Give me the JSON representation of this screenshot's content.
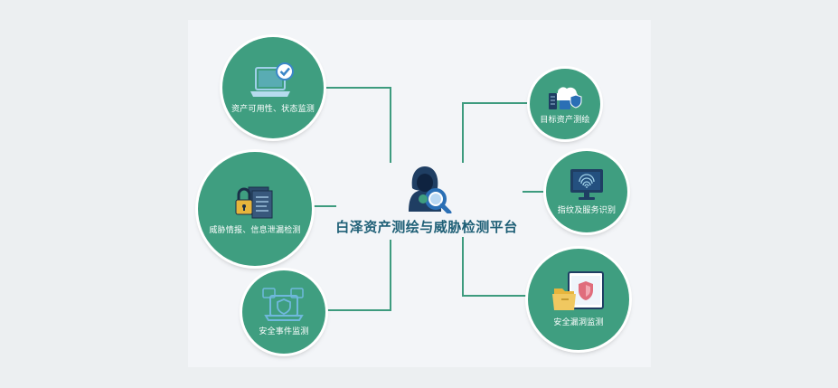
{
  "center": {
    "title": "白泽资产测绘与威胁检测平台",
    "icon": "hacker-magnifier-icon"
  },
  "nodes": {
    "availability": {
      "label": "资产可用性、状态监测",
      "icon": "laptop-check-icon"
    },
    "threat_intel": {
      "label": "威胁情报、信息泄漏检测",
      "icon": "lock-documents-icon"
    },
    "security_event": {
      "label": "安全事件监测",
      "icon": "laptop-shield-icon"
    },
    "asset_mapping": {
      "label": "目标资产测绘",
      "icon": "cloud-server-icon"
    },
    "fingerprint": {
      "label": "指纹及服务识别",
      "icon": "fingerprint-monitor-icon"
    },
    "vulnerability": {
      "label": "安全漏洞监测",
      "icon": "folder-shield-monitor-icon"
    }
  },
  "colors": {
    "node_fill": "#3f9e80",
    "connector": "#3d9b7e",
    "title": "#1e5f76",
    "background": "#eceff1",
    "panel": "#f3f5f8"
  }
}
